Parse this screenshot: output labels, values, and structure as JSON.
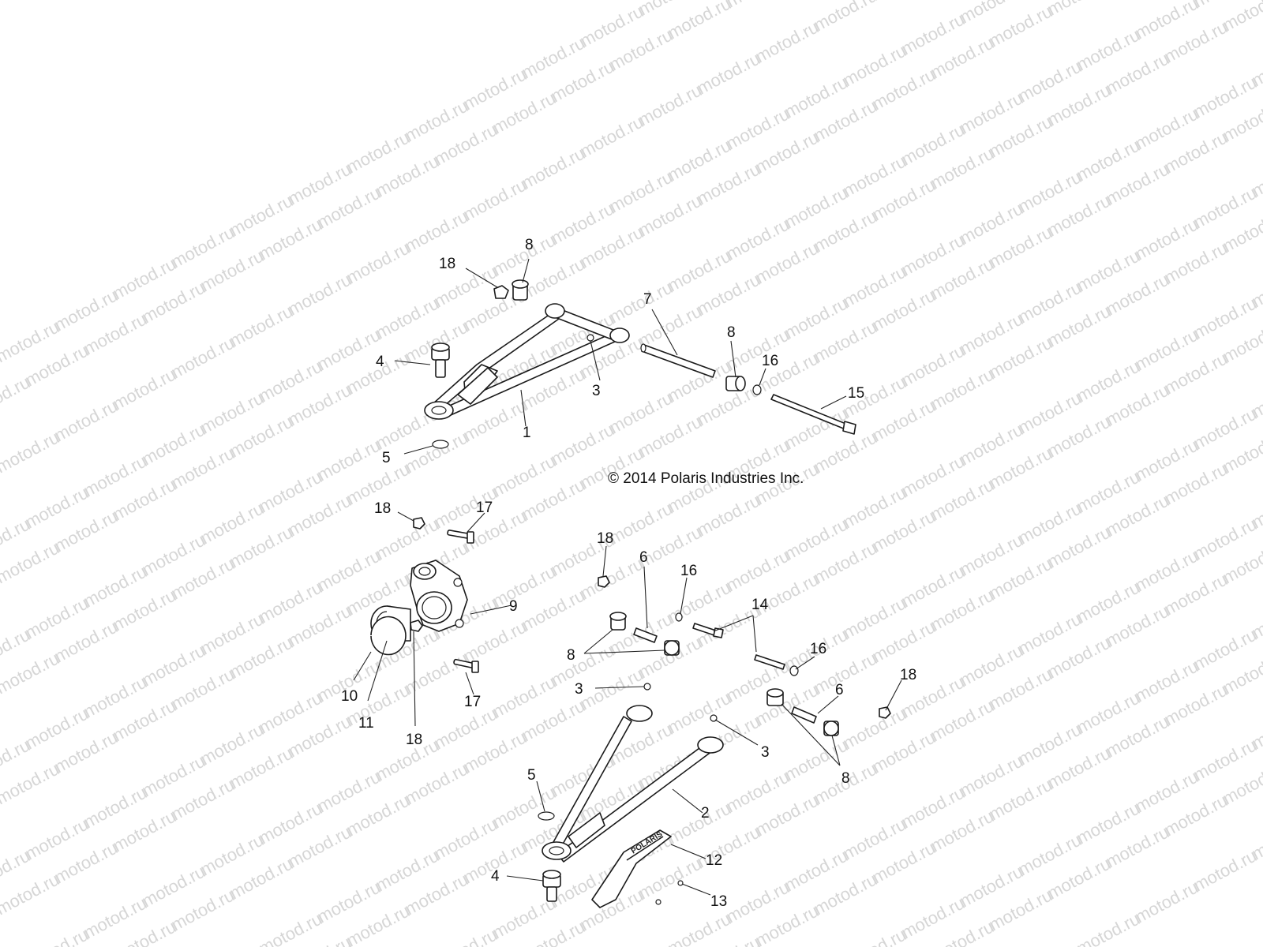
{
  "watermark": "motod.ru",
  "copyright": "© 2014 Polaris Industries Inc.",
  "arm_brand": "POLARIS",
  "callouts": [
    {
      "label": "18"
    },
    {
      "label": "8"
    },
    {
      "label": "7"
    },
    {
      "label": "8"
    },
    {
      "label": "16"
    },
    {
      "label": "4"
    },
    {
      "label": "3"
    },
    {
      "label": "15"
    },
    {
      "label": "1"
    },
    {
      "label": "5"
    },
    {
      "label": "18"
    },
    {
      "label": "17"
    },
    {
      "label": "18"
    },
    {
      "label": "6"
    },
    {
      "label": "16"
    },
    {
      "label": "9"
    },
    {
      "label": "14"
    },
    {
      "label": "8"
    },
    {
      "label": "16"
    },
    {
      "label": "10"
    },
    {
      "label": "11"
    },
    {
      "label": "18"
    },
    {
      "label": "17"
    },
    {
      "label": "3"
    },
    {
      "label": "6"
    },
    {
      "label": "18"
    },
    {
      "label": "3"
    },
    {
      "label": "8"
    },
    {
      "label": "5"
    },
    {
      "label": "2"
    },
    {
      "label": "12"
    },
    {
      "label": "4"
    },
    {
      "label": "13"
    }
  ],
  "colors": {
    "line": "#1a1a1a",
    "watermark": "#d6d6d6",
    "background": "#ffffff"
  }
}
